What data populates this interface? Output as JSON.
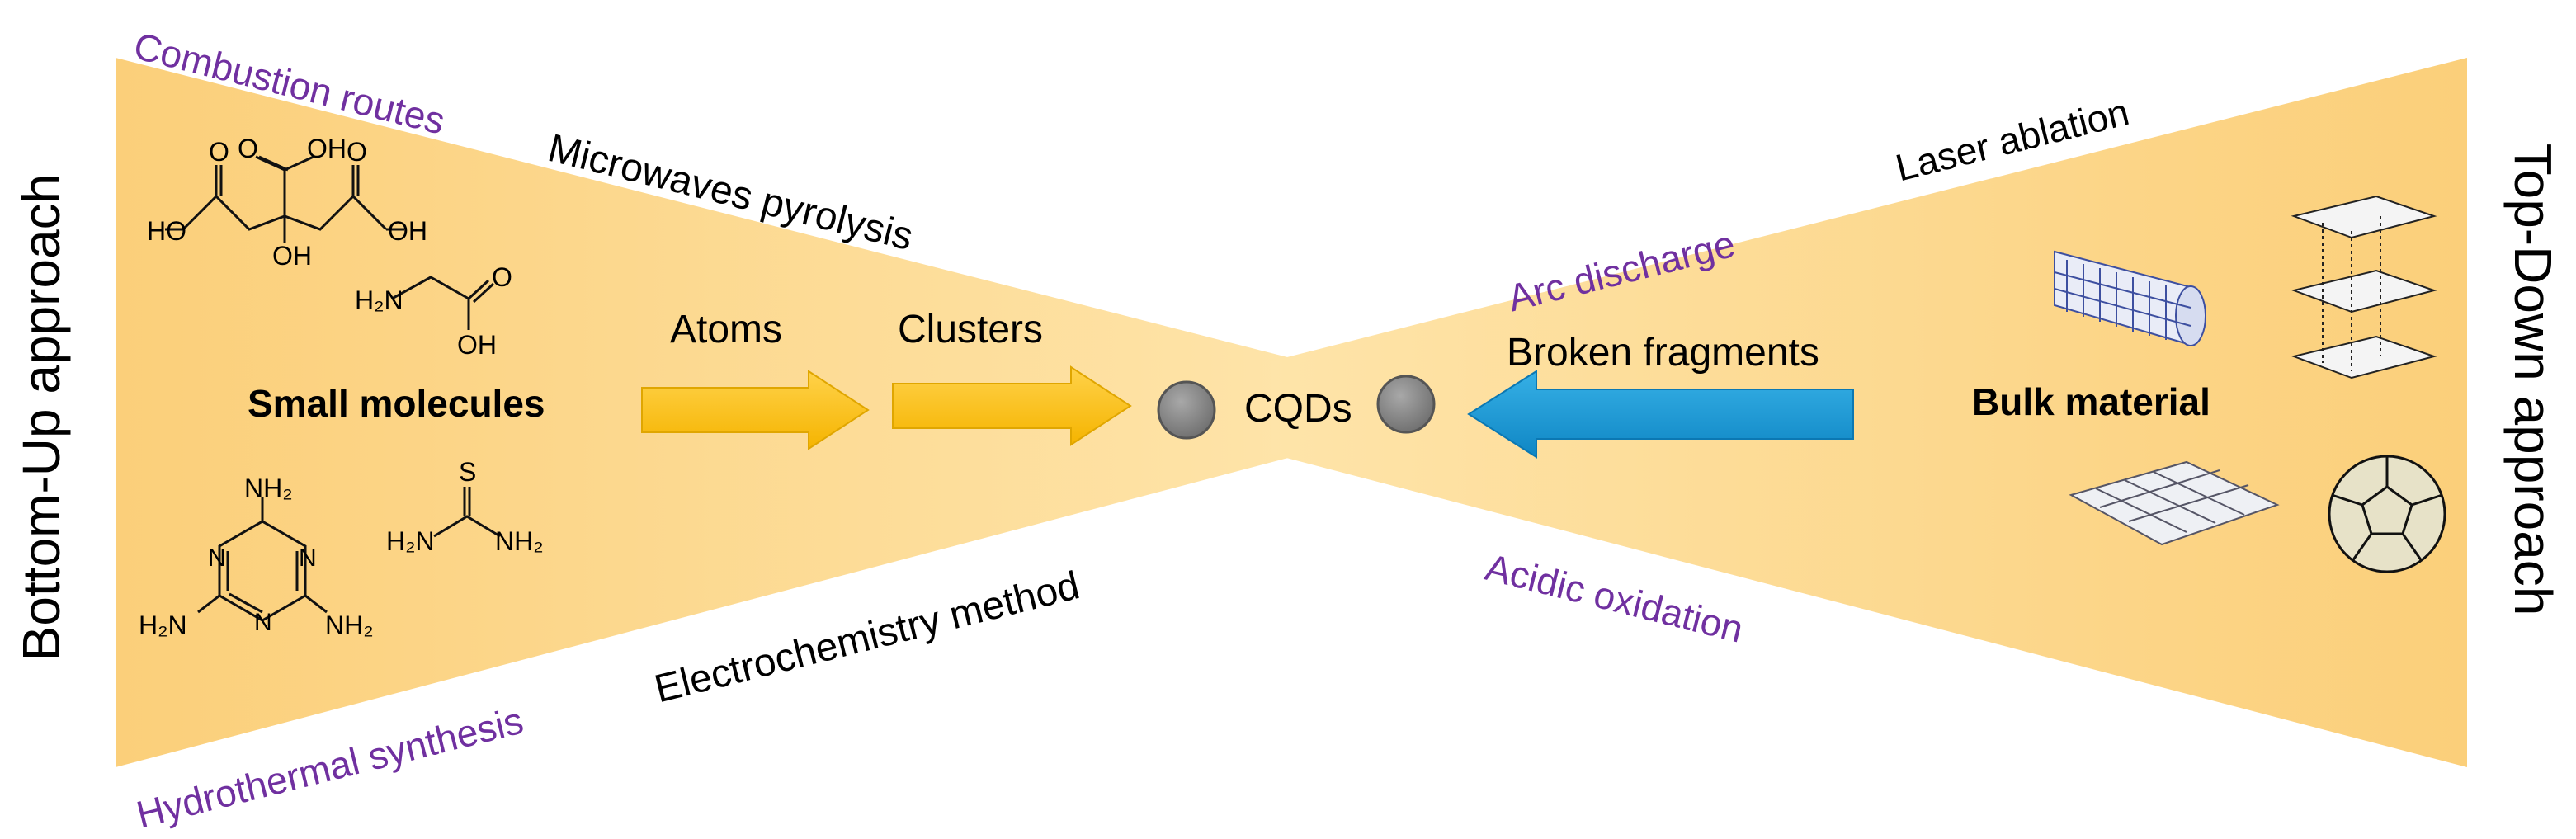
{
  "bottom_up_label": "Bottom-Up approach",
  "top_down_label": "Top-Down approach",
  "routes": {
    "combustion": "Combustion routes",
    "microwaves": "Microwaves pyrolysis",
    "hydrothermal": "Hydrothermal synthesis",
    "electrochemistry": "Electrochemistry method",
    "laser": "Laser ablation",
    "arc": "Arc discharge",
    "acidic": "Acidic oxidation"
  },
  "stages": {
    "atoms": "Atoms",
    "clusters": "Clusters",
    "cqds": "CQDs",
    "broken": "Broken fragments",
    "small_molecules": "Small molecules",
    "bulk_material": "Bulk material"
  },
  "chem": {
    "ho": "HO",
    "o": "O",
    "oh": "OH",
    "h2n": "H₂N",
    "nh2": "NH₂",
    "n": "N",
    "s": "S"
  },
  "colors": {
    "funnel": "#fdd98a",
    "funnel_edge": "#fbd07c",
    "arrow_yellow": "#ffc000",
    "arrow_blue": "#1a9ad6",
    "route_purple": "#7030a0",
    "dot_gray": "#808080"
  }
}
